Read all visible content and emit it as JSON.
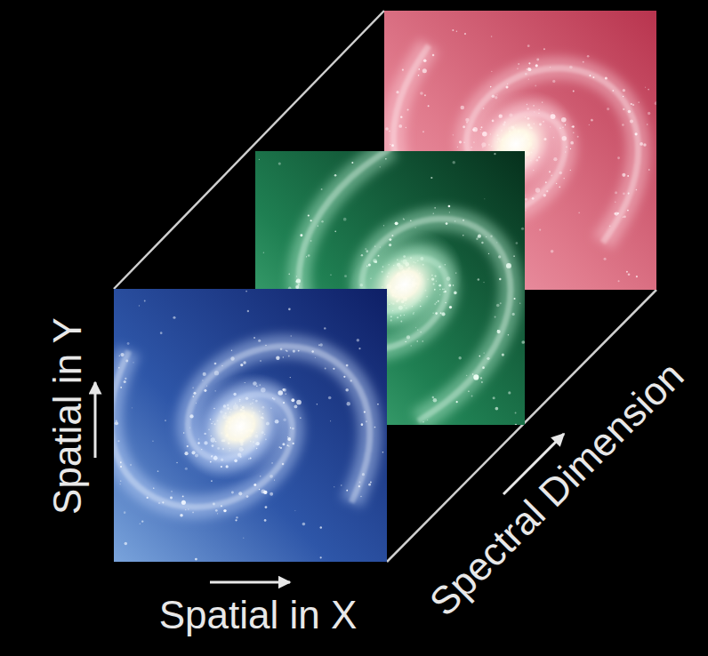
{
  "diagram": {
    "labels": [
      "Spatial in Y",
      "Spatial in X",
      "Spectral Dimension"
    ]
  }
}
